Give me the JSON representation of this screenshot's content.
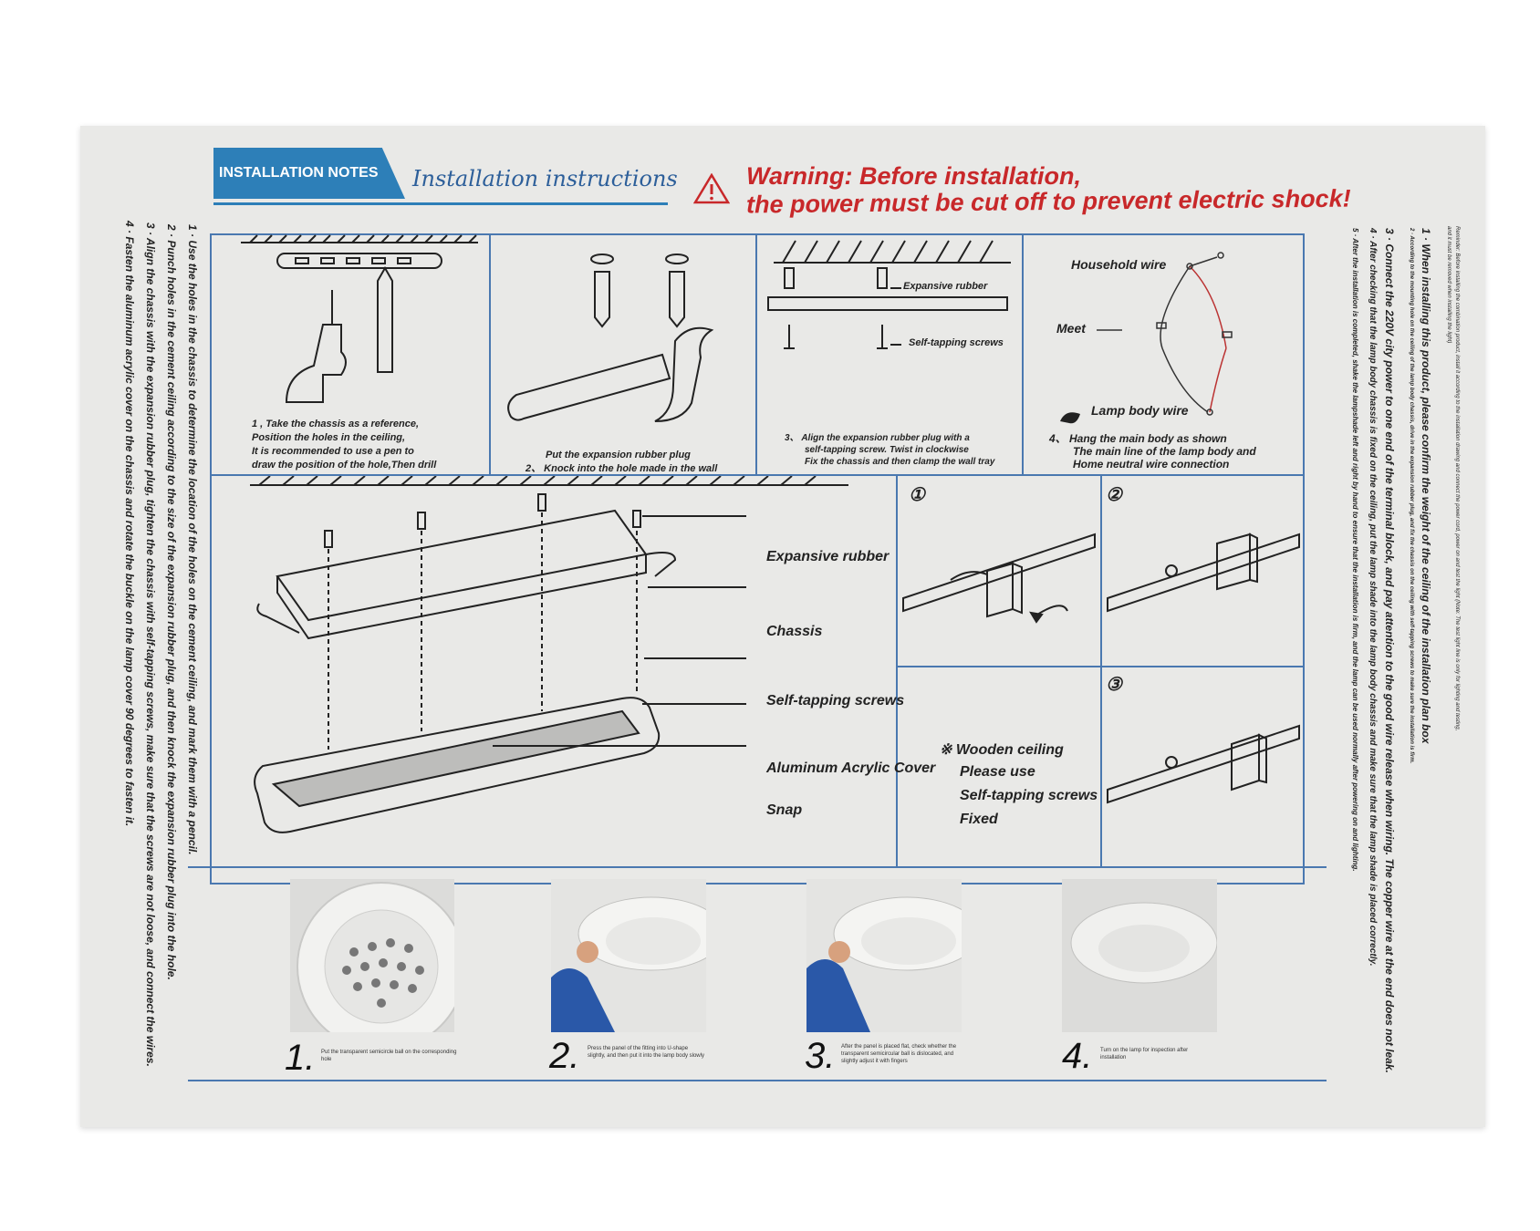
{
  "header": {
    "badge": "INSTALLATION NOTES",
    "subtitle": "Installation instructions",
    "warning_line1": "Warning: Before installation,",
    "warning_line2": "the power must be cut off to prevent electric shock!"
  },
  "left_steps": [
    {
      "num": "1 ·",
      "text": "Use the holes in the chassis to determine the location of the holes on the cement ceiling, and mark them with a pencil."
    },
    {
      "num": "2 ·",
      "text": "Punch holes in the cement ceiling according to the size of the expansion rubber plug, and then knock the expansion rubber plug into the hole."
    },
    {
      "num": "3 ·",
      "text": "Align the chassis with the expansion rubber plug, tighten the chassis with self-tapping screws, make sure that the screws are not loose, and connect the wires."
    },
    {
      "num": "4 ·",
      "text": "Fasten the aluminum acrylic cover on the chassis and rotate the buckle on the lamp cover 90 degrees to fasten it."
    }
  ],
  "right_steps": [
    {
      "num": "1 ·",
      "text": "When installing this product, please confirm the weight of the ceiling of the installation plan box"
    },
    {
      "num": "2 ·",
      "text": "According to the mounting hole on the ceiling of the lamp body chassis, drive in the expansion rubber plug, and fix the chassis on the ceiling with self-tapping screws to make sure the installation is firm."
    },
    {
      "num": "3 ·",
      "text": "Connect the 220V city power to one end of the terminal block, and pay attention to the good wire release when wiring. The copper wire at the end does not leak."
    },
    {
      "num": "4 ·",
      "text": "After checking that the lamp body chassis is fixed on the ceiling, put the lamp shade into the lamp body chassis and make sure that the lamp shade is placed correctly."
    },
    {
      "num": "5 ·",
      "text": "After the installation is completed, shake the lampshade left and right by hand to ensure that the installation is firm, and the lamp can be used normally after powering on and lighting."
    }
  ],
  "reminder": {
    "line1": "Reminder: Before installing the combination product, install it according to the installation drawing and connect the power cord, power on and test the light (Note: The test light line is only for lighting and testing,",
    "line2": "and it must be removed when installing the light)"
  },
  "panels": {
    "p1_caption": [
      "1 , Take the chassis as a reference,",
      "Position the holes in the ceiling,",
      "It is recommended to use a pen to",
      "draw the position of the hole,Then drill"
    ],
    "p2_caption": [
      "Put the expansion rubber plug",
      "2、 Knock into the hole made in the wall"
    ],
    "p3_labels": {
      "rubber": "Expansive rubber",
      "screws": "Self-tapping screws"
    },
    "p3_caption": [
      "3、 Align the expansion rubber plug with a",
      "self-tapping screw.  Twist in clockwise",
      "Fix the chassis and then clamp the wall tray"
    ],
    "p4_labels": {
      "household": "Household wire",
      "meet": "Meet",
      "lamp": "Lamp body wire"
    },
    "p4_caption": [
      "4、 Hang the main body as shown",
      "The main line of the lamp body and",
      "Home neutral wire connection"
    ]
  },
  "exploded": {
    "labels": [
      "Expansive rubber",
      "Chassis",
      "Self-tapping screws",
      "Aluminum Acrylic Cover",
      "Snap"
    ],
    "note": [
      "※ Wooden ceiling",
      "Please use",
      "Self-tapping screws",
      "Fixed"
    ],
    "circled": [
      "①",
      "②",
      "③"
    ]
  },
  "photos": [
    {
      "num": "1.",
      "caption": "Put the transparent semicircle ball on the corresponding hole"
    },
    {
      "num": "2.",
      "caption": "Press the panel of the fitting into U-shape slightly, and then put it into the lamp body slowly"
    },
    {
      "num": "3.",
      "caption": "After the panel is placed flat, check whether the transparent semicircular ball is dislocated, and slightly adjust it with fingers"
    },
    {
      "num": "4.",
      "caption": "Turn on the lamp for inspection after installation"
    }
  ],
  "colors": {
    "accent": "#2d7fb8",
    "warning": "#c8282a",
    "grid": "#4a78b0"
  }
}
